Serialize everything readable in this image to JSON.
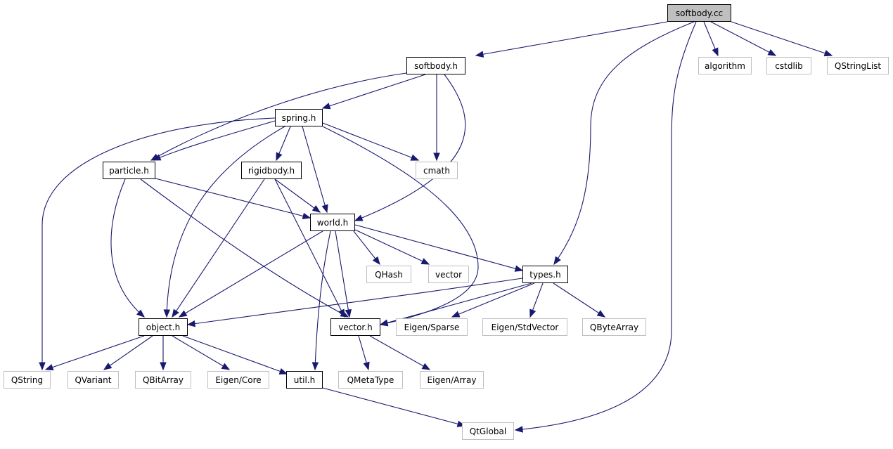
{
  "colors": {
    "edge": "#191970",
    "local_border": "#000000",
    "external_border": "#bfbfbf",
    "root_fill": "#bfbfbf",
    "background": "#ffffff"
  },
  "nodes": {
    "softbody_cc": {
      "label": "softbody.cc",
      "kind": "root"
    },
    "softbody_h": {
      "label": "softbody.h",
      "kind": "local"
    },
    "algorithm": {
      "label": "algorithm",
      "kind": "external"
    },
    "cstdlib": {
      "label": "cstdlib",
      "kind": "external"
    },
    "qstringlist": {
      "label": "QStringList",
      "kind": "external"
    },
    "spring_h": {
      "label": "spring.h",
      "kind": "local"
    },
    "particle_h": {
      "label": "particle.h",
      "kind": "local"
    },
    "rigidbody_h": {
      "label": "rigidbody.h",
      "kind": "local"
    },
    "cmath": {
      "label": "cmath",
      "kind": "external"
    },
    "world_h": {
      "label": "world.h",
      "kind": "local"
    },
    "qhash": {
      "label": "QHash",
      "kind": "external"
    },
    "vector": {
      "label": "vector",
      "kind": "external"
    },
    "types_h": {
      "label": "types.h",
      "kind": "local"
    },
    "object_h": {
      "label": "object.h",
      "kind": "local"
    },
    "vector_h": {
      "label": "vector.h",
      "kind": "local"
    },
    "eigen_sparse": {
      "label": "Eigen/Sparse",
      "kind": "external"
    },
    "eigen_stdvector": {
      "label": "Eigen/StdVector",
      "kind": "external"
    },
    "qbytearray": {
      "label": "QByteArray",
      "kind": "external"
    },
    "qstring": {
      "label": "QString",
      "kind": "external"
    },
    "qvariant": {
      "label": "QVariant",
      "kind": "external"
    },
    "qbitarray": {
      "label": "QBitArray",
      "kind": "external"
    },
    "eigen_core": {
      "label": "Eigen/Core",
      "kind": "external"
    },
    "util_h": {
      "label": "util.h",
      "kind": "local"
    },
    "qmetatype": {
      "label": "QMetaType",
      "kind": "external"
    },
    "eigen_array": {
      "label": "Eigen/Array",
      "kind": "external"
    },
    "qtglobal": {
      "label": "QtGlobal",
      "kind": "external"
    }
  },
  "edges": [
    [
      "softbody_cc",
      "softbody_h"
    ],
    [
      "softbody_cc",
      "algorithm"
    ],
    [
      "softbody_cc",
      "cstdlib"
    ],
    [
      "softbody_cc",
      "qstringlist"
    ],
    [
      "softbody_cc",
      "types_h"
    ],
    [
      "softbody_cc",
      "qtglobal"
    ],
    [
      "softbody_h",
      "spring_h"
    ],
    [
      "softbody_h",
      "particle_h"
    ],
    [
      "softbody_h",
      "cmath"
    ],
    [
      "softbody_h",
      "world_h"
    ],
    [
      "spring_h",
      "particle_h"
    ],
    [
      "spring_h",
      "rigidbody_h"
    ],
    [
      "spring_h",
      "cmath"
    ],
    [
      "spring_h",
      "world_h"
    ],
    [
      "spring_h",
      "object_h"
    ],
    [
      "spring_h",
      "vector_h"
    ],
    [
      "spring_h",
      "qstring"
    ],
    [
      "particle_h",
      "world_h"
    ],
    [
      "particle_h",
      "object_h"
    ],
    [
      "particle_h",
      "vector_h"
    ],
    [
      "rigidbody_h",
      "world_h"
    ],
    [
      "rigidbody_h",
      "object_h"
    ],
    [
      "rigidbody_h",
      "vector_h"
    ],
    [
      "world_h",
      "qhash"
    ],
    [
      "world_h",
      "vector"
    ],
    [
      "world_h",
      "types_h"
    ],
    [
      "world_h",
      "object_h"
    ],
    [
      "world_h",
      "vector_h"
    ],
    [
      "world_h",
      "util_h"
    ],
    [
      "types_h",
      "object_h"
    ],
    [
      "types_h",
      "vector_h"
    ],
    [
      "types_h",
      "eigen_sparse"
    ],
    [
      "types_h",
      "eigen_stdvector"
    ],
    [
      "types_h",
      "qbytearray"
    ],
    [
      "object_h",
      "qstring"
    ],
    [
      "object_h",
      "qvariant"
    ],
    [
      "object_h",
      "qbitarray"
    ],
    [
      "object_h",
      "eigen_core"
    ],
    [
      "object_h",
      "util_h"
    ],
    [
      "vector_h",
      "qmetatype"
    ],
    [
      "vector_h",
      "eigen_array"
    ],
    [
      "util_h",
      "qtglobal"
    ]
  ]
}
